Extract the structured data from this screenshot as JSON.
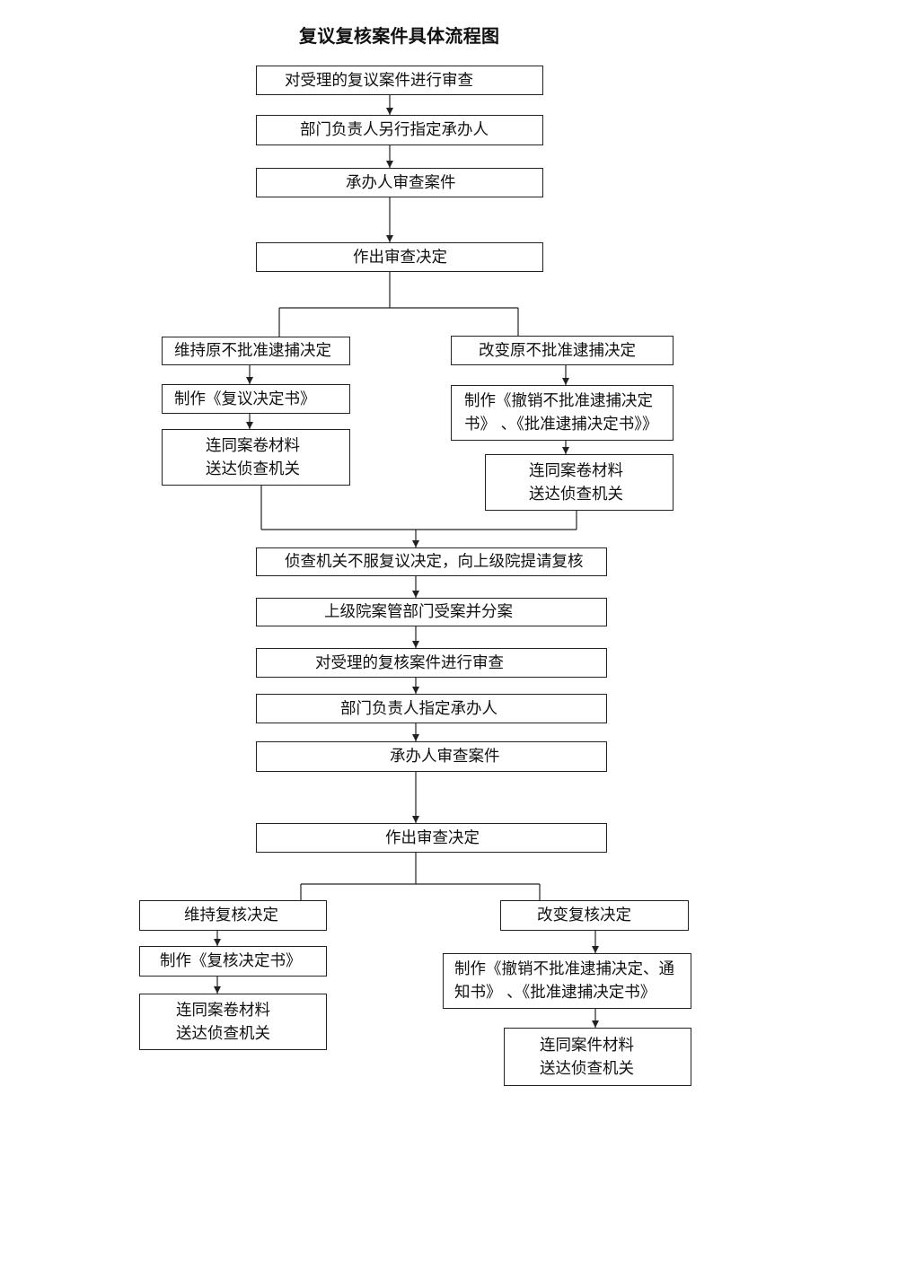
{
  "page_title": "复议复核案件具体流程图",
  "reconsideration": {
    "steps": [
      "对受理的复议案件进行审查",
      "部门负责人另行指定承办人",
      "承办人审查案件",
      "作出审查决定"
    ],
    "maintain": {
      "decision": "维持原不批准逮捕决定",
      "document": "制作《复议决定书》",
      "delivery": [
        "连同案卷材料",
        "送达侦查机关"
      ]
    },
    "change": {
      "decision": "改变原不批准逮捕决定",
      "document": [
        "制作《撤销不批准逮捕决定",
        "书》 、《批准逮捕决定书》》"
      ],
      "delivery": [
        "连同案卷材料",
        "送达侦查机关"
      ]
    }
  },
  "recheck": {
    "steps": [
      "侦查机关不服复议决定，向上级院提请复核",
      "上级院案管部门受案并分案",
      "对受理的复核案件进行审查",
      "部门负责人指定承办人",
      "承办人审查案件",
      "作出审查决定"
    ],
    "maintain": {
      "decision": "维持复核决定",
      "document": "制作《复核决定书》",
      "delivery": [
        "连同案卷材料",
        "送达侦查机关"
      ]
    },
    "change": {
      "decision": "改变复核决定",
      "document": [
        "制作《撤销不批准逮捕决定、通",
        "知书》 、《批准逮捕决定书》"
      ],
      "delivery": [
        "连同案件材料",
        "送达侦查机关"
      ]
    }
  }
}
